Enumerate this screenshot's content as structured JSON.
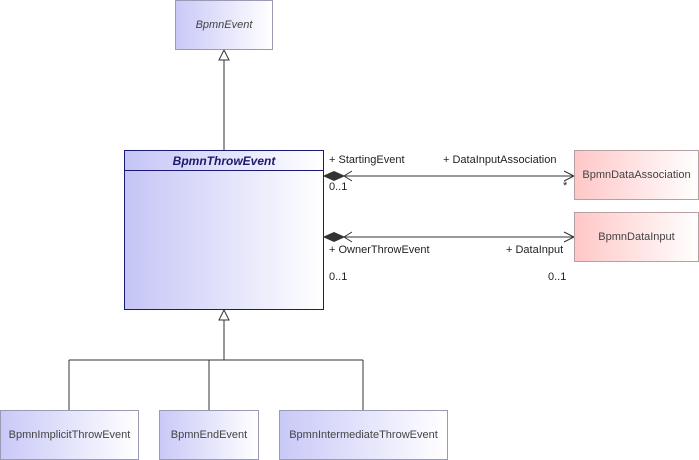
{
  "classes": {
    "bpmn_event": "BpmnEvent",
    "bpmn_throw_event": "BpmnThrowEvent",
    "bpmn_data_association": "BpmnDataAssociation",
    "bpmn_data_input": "BpmnDataInput",
    "bpmn_implicit_throw_event": "BpmnImplicitThrowEvent",
    "bpmn_end_event": "BpmnEndEvent",
    "bpmn_intermediate_throw_event": "BpmnIntermediateThrowEvent"
  },
  "associations": {
    "starting": {
      "source_role": "+ StartingEvent",
      "source_multiplicity": "0..1",
      "target_role": "+ DataInputAssociation",
      "target_multiplicity": "*"
    },
    "owner": {
      "source_role": "+ OwnerThrowEvent",
      "source_multiplicity": "0..1",
      "target_role": "+ DataInput",
      "target_multiplicity": "0..1"
    }
  },
  "colors": {
    "class_fill": "#c9c9f8",
    "external_class_fill": "#ffc7c7",
    "main_class_border": "#1a1a7a"
  }
}
